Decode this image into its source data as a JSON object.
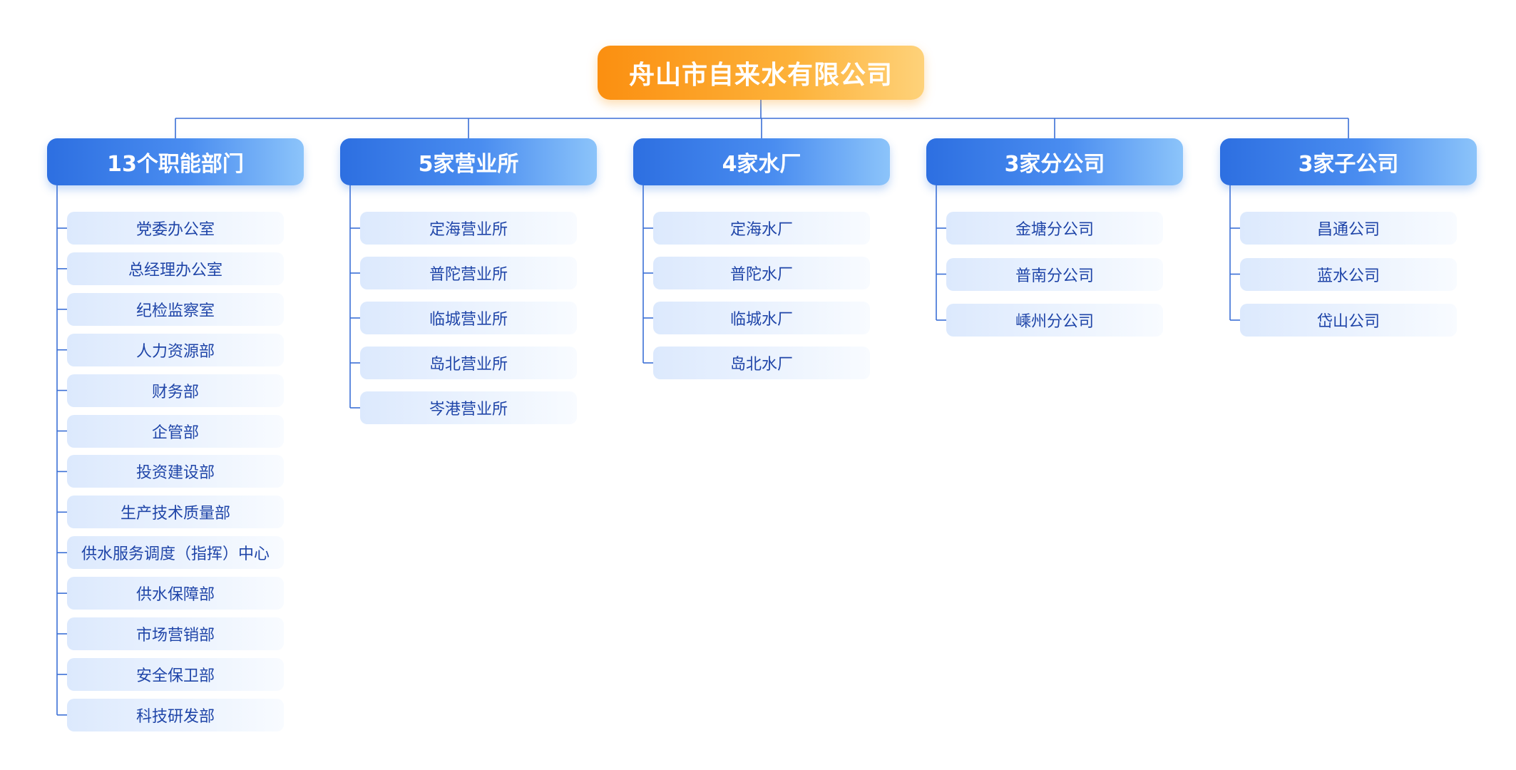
{
  "root": {
    "label": "舟山市自来水有限公司"
  },
  "groups": [
    {
      "label": "13个职能部门",
      "items": [
        "党委办公室",
        "总经理办公室",
        "纪检监察室",
        "人力资源部",
        "财务部",
        "企管部",
        "投资建设部",
        "生产技术质量部",
        "供水服务调度（指挥）中心",
        "供水保障部",
        "市场营销部",
        "安全保卫部",
        "科技研发部"
      ]
    },
    {
      "label": "5家营业所",
      "items": [
        "定海营业所",
        "普陀营业所",
        "临城营业所",
        "岛北营业所",
        "岑港营业所"
      ]
    },
    {
      "label": "4家水厂",
      "items": [
        "定海水厂",
        "普陀水厂",
        "临城水厂",
        "岛北水厂"
      ]
    },
    {
      "label": "3家分公司",
      "items": [
        "金塘分公司",
        "普南分公司",
        "嵊州分公司"
      ]
    },
    {
      "label": "3家子公司",
      "items": [
        "昌通公司",
        "蓝水公司",
        "岱山公司"
      ]
    }
  ],
  "colors": {
    "root_gradient_start": "#fb8f10",
    "group_gradient_start": "#2d6fe1",
    "item_text": "#1f45a8",
    "connector": "#3b6fd6"
  }
}
